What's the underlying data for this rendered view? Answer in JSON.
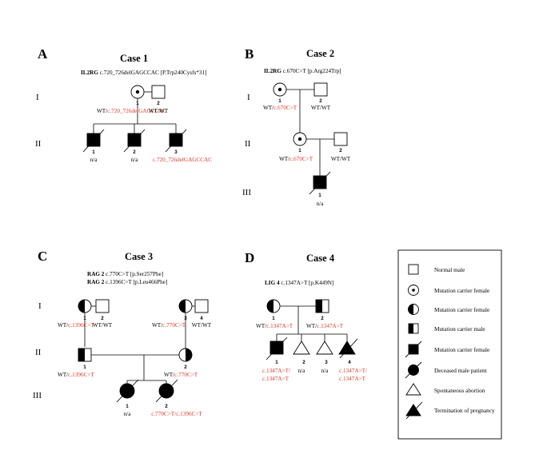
{
  "panels": {
    "A": {
      "letter": "A",
      "title": "Case 1",
      "variants": [
        {
          "gene": "IL2RG",
          "text": " c.720_726delGAGCCAC [P.Trp240Cysfs*31]"
        }
      ],
      "generations": [
        "I",
        "II"
      ],
      "members": {
        "I1": {
          "num": "1",
          "geno_black": "WT/",
          "geno_red": "c.720_726delGAGCCAC"
        },
        "I2": {
          "num": "2",
          "geno": "WT/WT"
        },
        "II1": {
          "num": "1",
          "geno": "n/a"
        },
        "II2": {
          "num": "2",
          "geno": "n/a"
        },
        "II3": {
          "num": "3",
          "geno_red": "c.720_726delGAGCCAC"
        }
      }
    },
    "B": {
      "letter": "B",
      "title": "Case 2",
      "variants": [
        {
          "gene": "IL2RG",
          "text": " c.670C>T [p.Arg224Trp]"
        }
      ],
      "generations": [
        "I",
        "II",
        "III"
      ],
      "members": {
        "I1": {
          "num": "1",
          "geno_black": "WT/",
          "geno_red": "c.670C>T"
        },
        "I2": {
          "num": "2",
          "geno": "WT/WT"
        },
        "II1": {
          "num": "1",
          "geno_black": "WT/",
          "geno_red": "c.670C>T"
        },
        "II2": {
          "num": "2",
          "geno": "WT/WT"
        },
        "III1": {
          "num": "1",
          "geno": "n/a"
        }
      }
    },
    "C": {
      "letter": "C",
      "title": "Case 3",
      "variants": [
        {
          "gene": "RAG 2",
          "text": " c.770C>T [p.Ser257Phe]"
        },
        {
          "gene": "RAG 2",
          "text": " c.1396C>T [p.Leu466Phe]"
        }
      ],
      "generations": [
        "I",
        "II",
        "III"
      ],
      "members": {
        "I1": {
          "num": "1",
          "geno_black": "WT/",
          "geno_red": "c.1396C>T"
        },
        "I2": {
          "num": "2",
          "geno": "WT/WT"
        },
        "I3": {
          "num": "3",
          "geno_black": "WT/",
          "geno_red": "c.770C>T"
        },
        "I4": {
          "num": "4",
          "geno": "WT/WT"
        },
        "II1": {
          "num": "1",
          "geno_black": "WT/",
          "geno_red": "c.1396C>T"
        },
        "II2": {
          "num": "2",
          "geno_black": "WT/",
          "geno_red": "c.770C>T"
        },
        "III1": {
          "num": "1",
          "geno": "n/a"
        },
        "III2": {
          "num": "2",
          "geno_red": "c.770C>T/c.1396C>T"
        }
      }
    },
    "D": {
      "letter": "D",
      "title": "Case 4",
      "variants": [
        {
          "gene": "LIG 4",
          "text": " c.1347A>T [p.K449N]"
        }
      ],
      "members": {
        "I1": {
          "num": "1",
          "geno_black": "WT/",
          "geno_red": "c.1347A>T"
        },
        "I2": {
          "num": "2",
          "geno_black": "WT/",
          "geno_red": "c.1347A>T"
        },
        "II1": {
          "num": "1",
          "geno_red_1": "c.1347A>T/",
          "geno_red_2": "c.1347A>T"
        },
        "II2": {
          "num": "2",
          "geno": "n/a"
        },
        "II3": {
          "num": "3",
          "geno": "n/a"
        },
        "II4": {
          "num": "4",
          "geno_red_1": "c.1347A>T/",
          "geno_red_2": "c.1347A>T"
        }
      }
    }
  },
  "legend": {
    "items": [
      {
        "icon": "normal-male-icon",
        "label": "Normal male"
      },
      {
        "icon": "carrier-female-dot-icon",
        "label": "Mutation carrier female"
      },
      {
        "icon": "carrier-female-half-icon",
        "label": "Mutation carrier female"
      },
      {
        "icon": "carrier-male-half-icon",
        "label": "Mutation carrier male"
      },
      {
        "icon": "affected-male-icon",
        "label": "Mutation carrier female"
      },
      {
        "icon": "deceased-male-patient-icon",
        "label": "Deceased male patient"
      },
      {
        "icon": "spontaneous-abortion-icon",
        "label": "Spontaneous abortion"
      },
      {
        "icon": "termination-of-pregnancy-icon",
        "label": "Termination of pregnancy"
      }
    ]
  },
  "colors": {
    "mutation_text": "#d93a2b",
    "symbol": "#000000"
  }
}
